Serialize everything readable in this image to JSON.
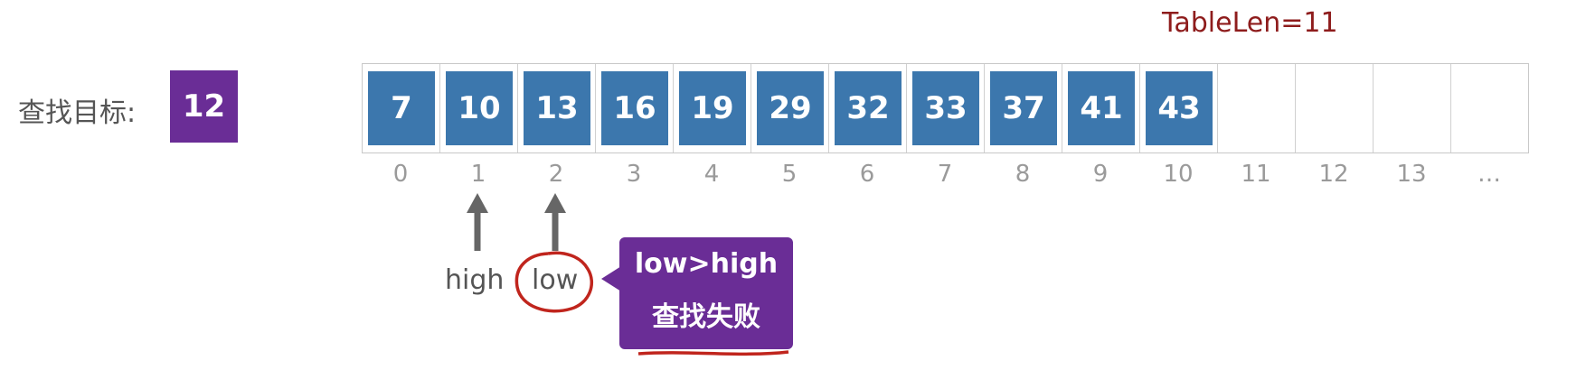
{
  "table_len_label": "TableLen=11",
  "target": {
    "label": "查找目标:",
    "value": "12"
  },
  "array": {
    "values": [
      "7",
      "10",
      "13",
      "16",
      "19",
      "29",
      "32",
      "33",
      "37",
      "41",
      "43"
    ],
    "total_cells": 15,
    "indices": [
      "0",
      "1",
      "2",
      "3",
      "4",
      "5",
      "6",
      "7",
      "8",
      "9",
      "10",
      "11",
      "12",
      "13",
      "…"
    ]
  },
  "pointers": {
    "high": {
      "label": "high",
      "index": 1
    },
    "low": {
      "label": "low",
      "index": 2
    }
  },
  "callout": {
    "line1": "low>high",
    "line2": "查找失败"
  },
  "colors": {
    "cell_fill": "#3c77ad",
    "target_fill": "#6a2d96",
    "callout_fill": "#6a2d96",
    "table_len_text": "#8e1c1c",
    "annotation_red": "#c0251d",
    "arrow": "#666666"
  }
}
